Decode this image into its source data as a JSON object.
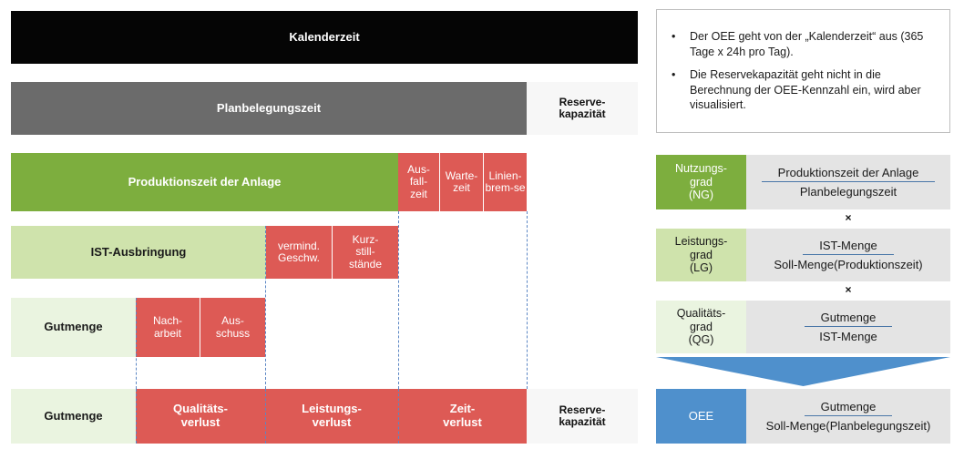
{
  "diagram": {
    "rows": {
      "calendar": {
        "label": "Kalenderzeit"
      },
      "planned": {
        "label": "Planbelegungszeit",
        "reserve": "Reserve-\nkapazität"
      },
      "production": {
        "label": "Produktionszeit der Anlage",
        "losses": [
          "Aus-\nfall-\nzeit",
          "Warte-\nzeit",
          "Linien-\nbrem-se"
        ]
      },
      "output": {
        "label": "IST-Ausbringung",
        "losses": [
          "vermind.\nGeschw.",
          "Kurz-\nstill-\nstände"
        ]
      },
      "goodqty": {
        "label": "Gutmenge",
        "losses": [
          "Nach-\narbeit",
          "Aus-\nschuss"
        ]
      },
      "summary": {
        "label": "Gutmenge",
        "losses": [
          "Qualitäts-\nverlust",
          "Leistungs-\nverlust",
          "Zeit-\nverlust"
        ],
        "reserve": "Reserve-\nkapazität"
      }
    }
  },
  "notes": {
    "bullet_glyph": "•",
    "items": [
      "Der OEE geht von der „Kalenderzeit“ aus (365 Tage x 24h pro Tag).",
      "Die Reservekapazität geht nicht in die Berechnung der OEE-Kennzahl ein, wird aber visualisiert."
    ]
  },
  "formulas": {
    "multiply_symbol": "×",
    "items": [
      {
        "label": "Nutzungs-\ngrad\n(NG)",
        "numerator": "Produktionszeit der Anlage",
        "denominator": "Planbelegungszeit"
      },
      {
        "label": "Leistungs-\ngrad\n(LG)",
        "numerator": "IST-Menge",
        "denominator": "Soll-Menge(Produktionszeit)"
      },
      {
        "label": "Qualitäts-\ngrad\n(QG)",
        "numerator": "Gutmenge",
        "denominator": "IST-Menge"
      }
    ],
    "result": {
      "label": "OEE",
      "numerator": "Gutmenge",
      "denominator": "Soll-Menge(Planbelegungszeit)"
    }
  },
  "colors": {
    "black": "#050505",
    "gray": "#6b6b6b",
    "green": "#7dae3e",
    "light_green": "#cfe3ac",
    "pale_green": "#eaf4e0",
    "red": "#dd5a55",
    "blue": "#4f90cc",
    "reserve_bg": "#f7f7f7",
    "formula_bg": "#e4e4e4",
    "dashed_line": "#5b86c4"
  }
}
